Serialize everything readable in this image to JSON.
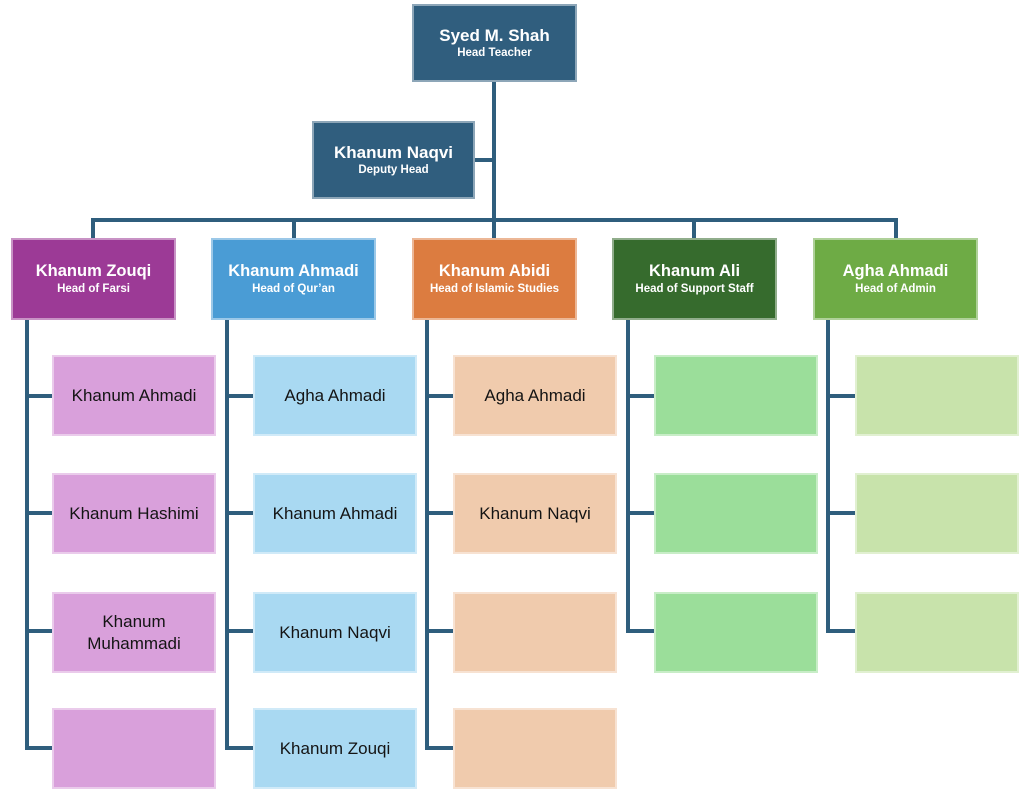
{
  "diagram": {
    "root": {
      "name": "Syed M. Shah",
      "title": "Head Teacher"
    },
    "deputy": {
      "name": "Khanum Naqvi",
      "title": "Deputy Head"
    },
    "columns": [
      {
        "head": {
          "name": "Khanum Zouqi",
          "title": "Head of Farsi"
        },
        "members": [
          "Khanum Ahmadi",
          "Khanum Hashimi",
          "Khanum Muhammadi",
          ""
        ]
      },
      {
        "head": {
          "name": "Khanum Ahmadi",
          "title": "Head of Qur’an"
        },
        "members": [
          "Agha Ahmadi",
          "Khanum Ahmadi",
          "Khanum Naqvi",
          "Khanum Zouqi"
        ]
      },
      {
        "head": {
          "name": "Khanum Abidi",
          "title": "Head of Islamic Studies"
        },
        "members": [
          "Agha Ahmadi",
          "Khanum Naqvi",
          "",
          ""
        ]
      },
      {
        "head": {
          "name": "Khanum Ali",
          "title": "Head of Support Staff"
        },
        "members": [
          "",
          "",
          ""
        ]
      },
      {
        "head": {
          "name": "Agha Ahmadi",
          "title": "Head of Admin"
        },
        "members": [
          "",
          "",
          ""
        ]
      }
    ]
  },
  "colors": {
    "navy": "#305E7E",
    "connector": "#2F5E7D",
    "purple": "#9C3A96",
    "blue": "#4A9CD5",
    "orange": "#DC7C40",
    "darkgreen": "#366B2D",
    "midgreen": "#6EAB45",
    "lightpurple": "#D9A0DB",
    "lightblue": "#A9D9F2",
    "peach": "#F0CBAD",
    "mint": "#9BDE9A",
    "lightyellowgreen": "#C8E3AB"
  }
}
